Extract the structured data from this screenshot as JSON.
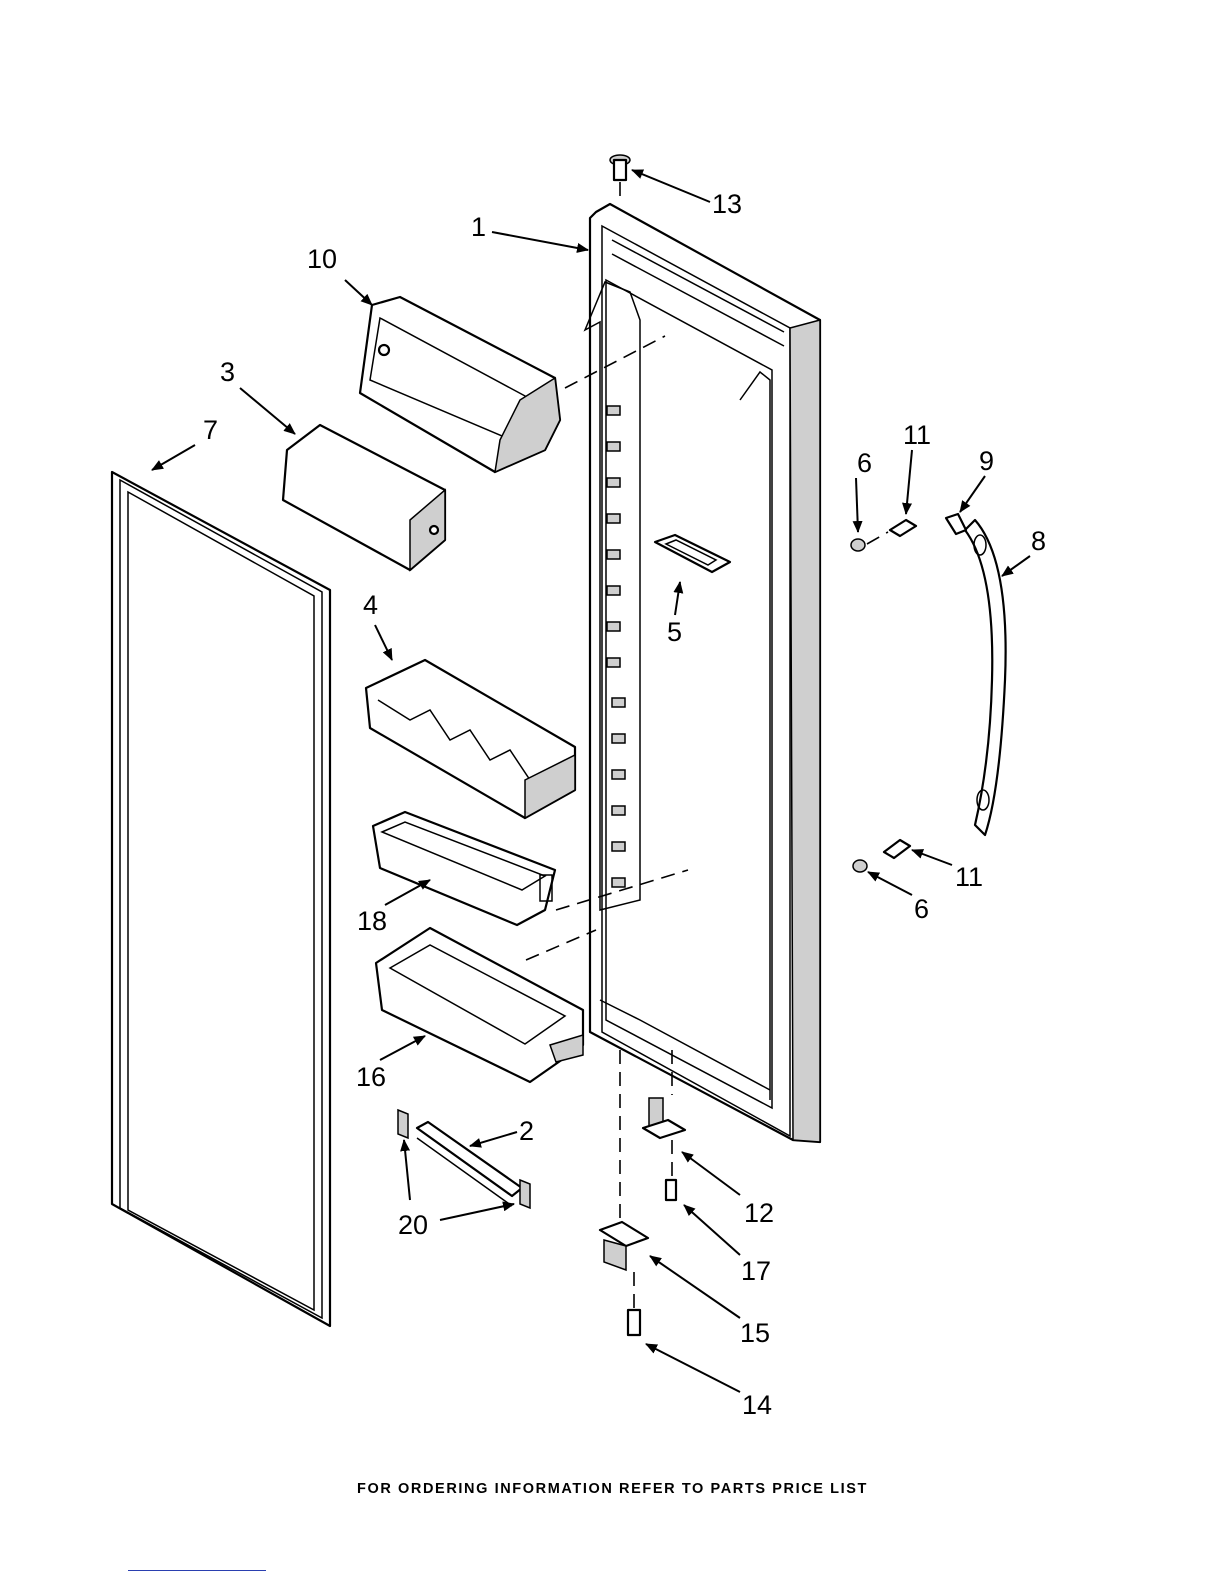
{
  "footer": "FOR ORDERING INFORMATION REFER TO PARTS PRICE LIST",
  "callouts": {
    "c1": "1",
    "c2": "2",
    "c3": "3",
    "c4": "4",
    "c5": "5",
    "c6a": "6",
    "c6b": "6",
    "c7": "7",
    "c8": "8",
    "c9": "9",
    "c10": "10",
    "c11a": "11",
    "c11b": "11",
    "c12": "12",
    "c13": "13",
    "c14": "14",
    "c15": "15",
    "c16": "16",
    "c17": "17",
    "c18": "18",
    "c20": "20"
  }
}
